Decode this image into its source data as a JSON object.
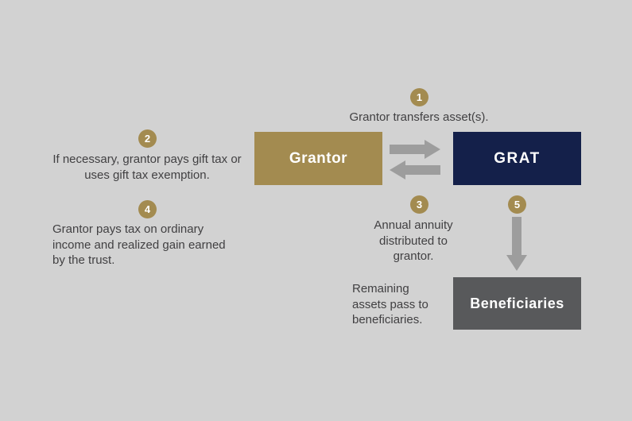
{
  "steps": [
    {
      "number": "1",
      "text": "Grantor transfers asset(s)."
    },
    {
      "number": "2",
      "text": "If necessary, grantor pays gift tax or uses gift tax exemption."
    },
    {
      "number": "3",
      "text": "Annual annuity distributed to grantor."
    },
    {
      "number": "4",
      "text": "Grantor pays tax on ordinary income and realized gain earned by the trust."
    },
    {
      "number": "5",
      "text": ""
    }
  ],
  "nodes": {
    "grantor": "Grantor",
    "grat": "GRAT",
    "beneficiaries": "Beneficiaries"
  },
  "notes": {
    "remaining": "Remaining assets pass to beneficiaries."
  },
  "colors": {
    "background": "#d2d2d2",
    "gold": "#a38b50",
    "navy": "#14204a",
    "dark_gray": "#58595b",
    "arrow_gray": "#9d9d9d",
    "text": "#414042"
  }
}
